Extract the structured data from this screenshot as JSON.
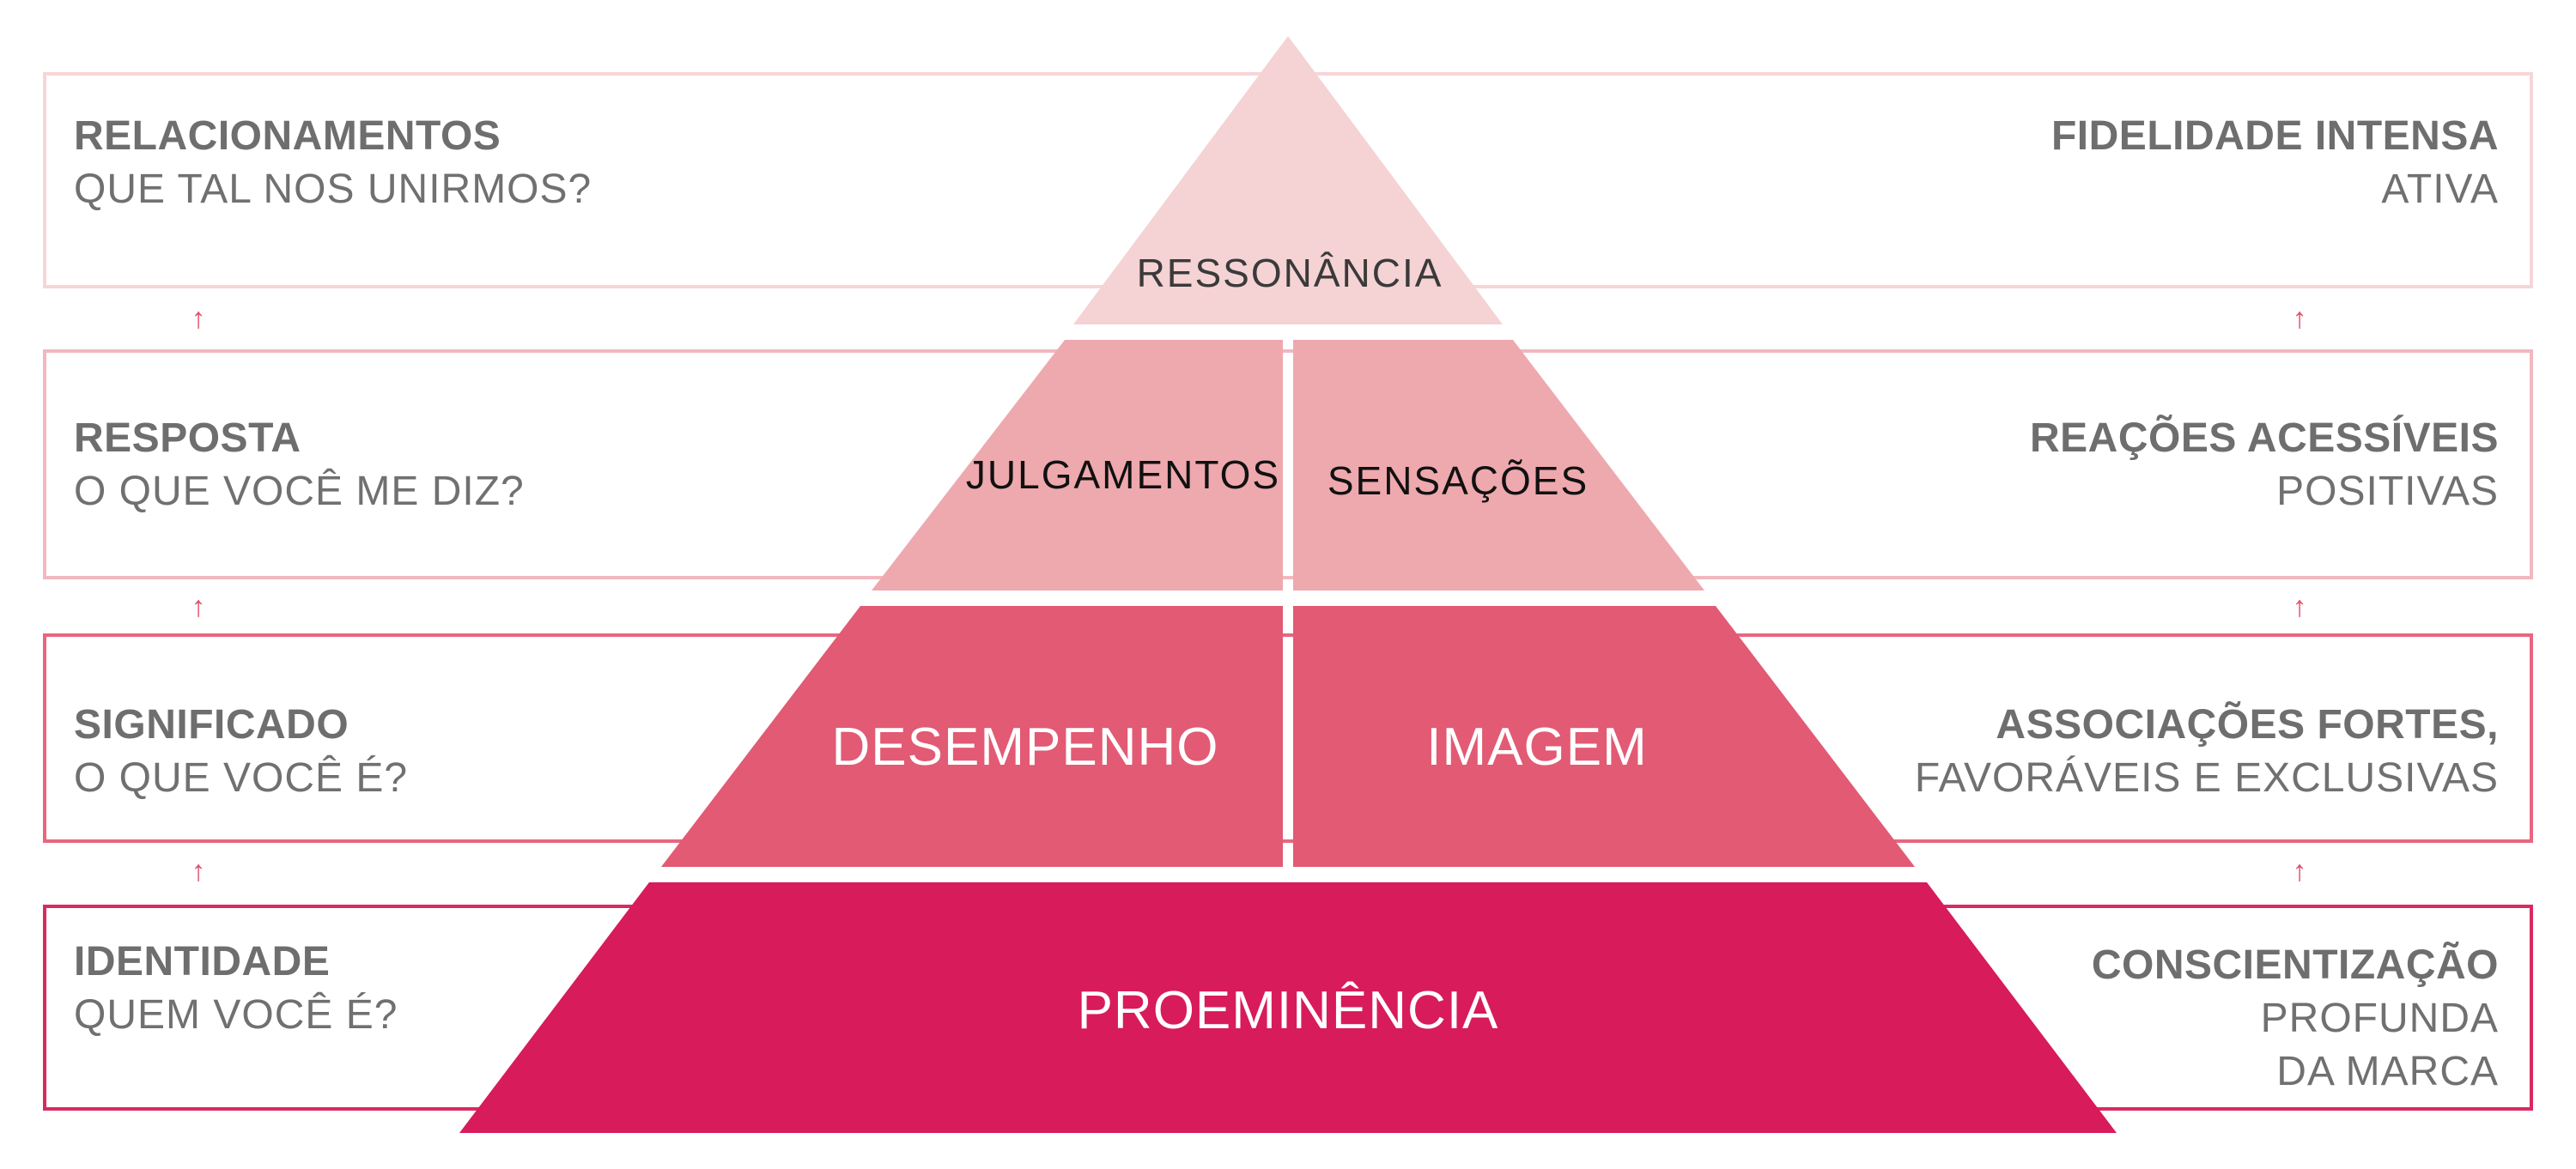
{
  "left_labels": [
    {
      "title": "RELACIONAMENTOS",
      "subtitle": "QUE TAL NOS UNIRMOS?"
    },
    {
      "title": "RESPOSTA",
      "subtitle": "O QUE VOCÊ ME DIZ?"
    },
    {
      "title": "SIGNIFICADO",
      "subtitle": "O QUE VOCÊ É?"
    },
    {
      "title": "IDENTIDADE",
      "subtitle": "QUEM VOCÊ É?"
    }
  ],
  "right_labels": [
    {
      "title": "FIDELIDADE INTENSA",
      "subtitle": "ATIVA"
    },
    {
      "title": "REAÇÕES ACESSÍVEIS",
      "subtitle": "POSITIVAS"
    },
    {
      "title": "ASSOCIAÇÕES FORTES,",
      "subtitle": "FAVORÁVEIS E EXCLUSIVAS"
    },
    {
      "title": "CONSCIENTIZAÇÃO",
      "subtitle": "PROFUNDA",
      "subtitle2": "DA MARCA"
    }
  ],
  "pyramid": {
    "resonance": "RESSONÂNCIA",
    "judgments": "JULGAMENTOS",
    "feelings": "SENSAÇÕES",
    "performance": "DESEMPENHO",
    "imagery": "IMAGEM",
    "salience": "PROEMINÊNCIA"
  },
  "arrow_glyph": "↑",
  "colors": {
    "level1": "#f5d2d4",
    "level2": "#eea9ae",
    "level3": "#e25a73",
    "level4": "#d81b5a",
    "border1": "#f7d5d8",
    "border2": "#f2b7bf",
    "border3": "#e8667f",
    "border4": "#da2a60",
    "arrow": "#e0506e"
  }
}
